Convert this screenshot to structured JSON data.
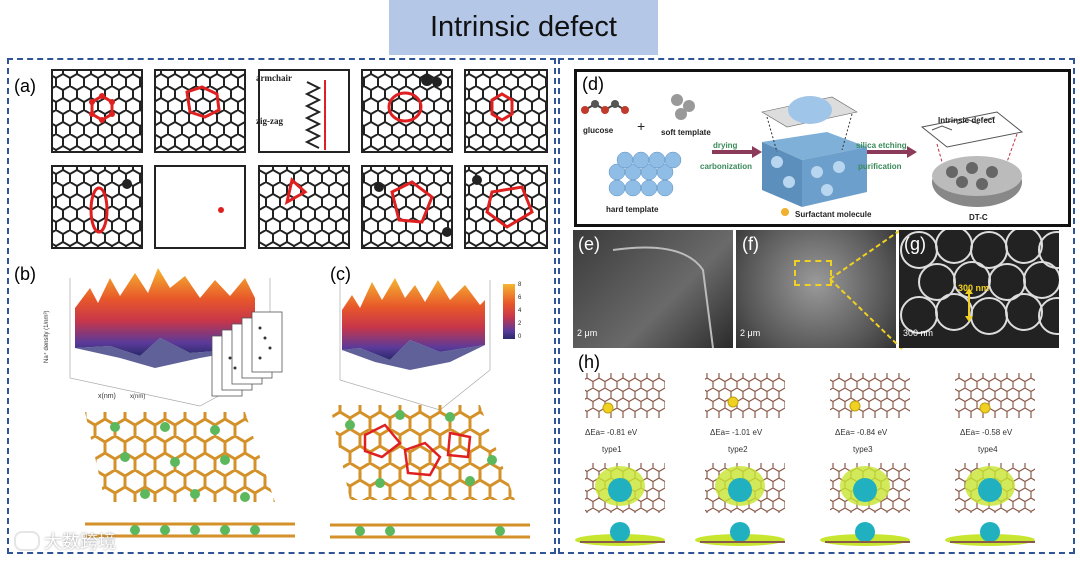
{
  "title": "Intrinsic defect",
  "panel_labels": {
    "a": "(a)",
    "b": "(b)",
    "c": "(c)",
    "d": "(d)",
    "e": "(e)",
    "f": "(f)",
    "g": "(g)",
    "h": "(h)"
  },
  "panel_a": {
    "armchair": "armchair",
    "zigzag": "zig-zag"
  },
  "panel_bc": {
    "zlabel": "Na⁺ density (1/nm³)",
    "xlabel": "x(nm)",
    "ylabel": "y(nm)",
    "colorbar_ticks": [
      "8",
      "6",
      "4",
      "2",
      "0"
    ]
  },
  "panel_d": {
    "glucose": "glucose",
    "plus": "+",
    "soft_template": "soft template",
    "hard_template": "hard template",
    "drying": "drying",
    "carbonization": "carbonization",
    "silica_etching": "silica etching",
    "purification": "purification",
    "intrinsic_defect": "Intrinsic defect",
    "surfactant": "Surfactant molecule",
    "dtc": "DT-C"
  },
  "panel_efg": {
    "e_scale": "2 μm",
    "f_scale": "2 μm",
    "g_scale": "300 nm",
    "g_annot": "300 nm"
  },
  "panel_h": {
    "types": [
      {
        "energy": "ΔEa= -0.81 eV",
        "name": "type1"
      },
      {
        "energy": "ΔEa= -1.01 eV",
        "name": "type2"
      },
      {
        "energy": "ΔEa= -0.84 eV",
        "name": "type3"
      },
      {
        "energy": "ΔEa= -0.58 eV",
        "name": "type4"
      }
    ]
  },
  "watermark": "大数跨境",
  "colors": {
    "title_bg": "#b4c7e7",
    "border": "#2f5597",
    "defect": "#e02020",
    "carbon": "#222222",
    "na": "#5cb85c"
  }
}
